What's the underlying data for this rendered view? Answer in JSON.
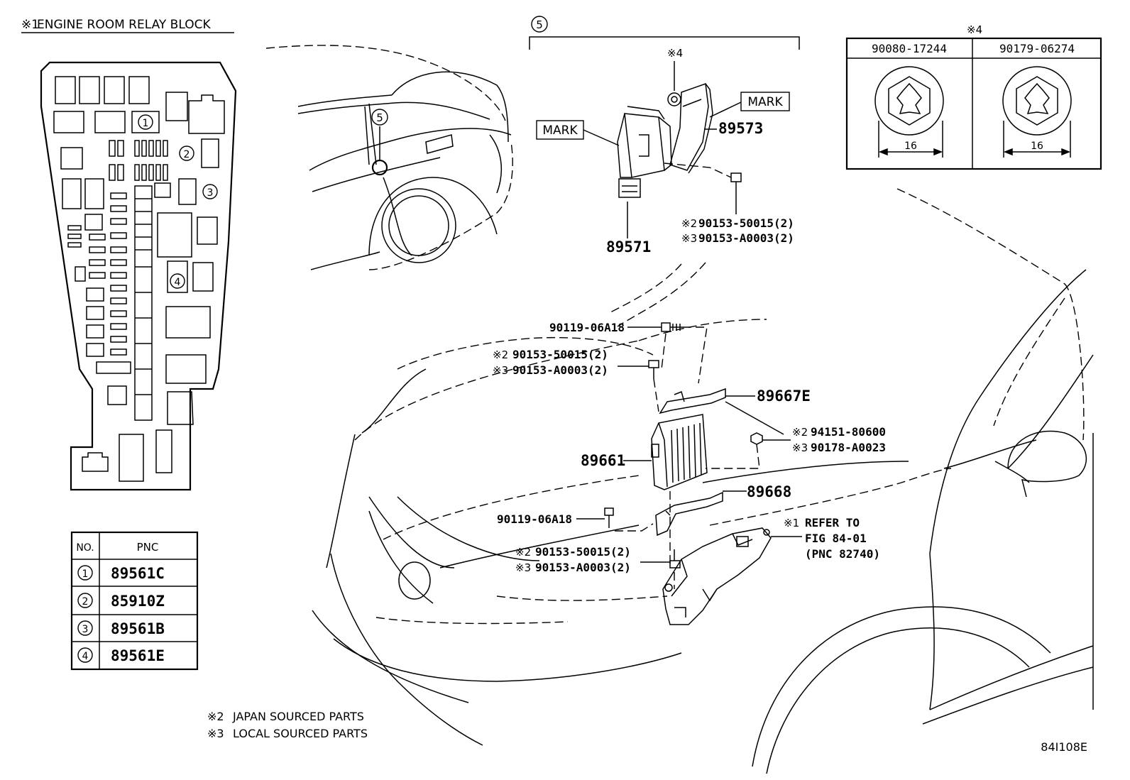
{
  "relay_block": {
    "title_mark": "※1",
    "title": "ENGINE ROOM RELAY BLOCK",
    "callouts": [
      "1",
      "2",
      "3",
      "4"
    ]
  },
  "pnc_table": {
    "headers": [
      "NO.",
      "PNC"
    ],
    "rows": [
      {
        "no": "1",
        "pnc": "89561C"
      },
      {
        "no": "2",
        "pnc": "85910Z"
      },
      {
        "no": "3",
        "pnc": "89561B"
      },
      {
        "no": "4",
        "pnc": "89561E"
      }
    ]
  },
  "group5": {
    "bracket_label": "5",
    "car_callout": "5",
    "mark_label_left": "MARK",
    "mark_label_right": "MARK",
    "nut_mark": "※4",
    "part_89573": "89573",
    "part_89571": "89571",
    "bolt_line1_mark": "※2",
    "bolt_line1": "90153-50015(2)",
    "bolt_line2_mark": "※3",
    "bolt_line2": "90153-A0003(2)"
  },
  "nut_table": {
    "title": "※4",
    "columns": [
      {
        "part": "90080-17244",
        "dimension": "16"
      },
      {
        "part": "90179-06274",
        "dimension": "16"
      }
    ]
  },
  "ecu_group": {
    "bolt_top": "90119-06A18",
    "screw_a_mark1": "※2",
    "screw_a_line1": "90153-50015(2)",
    "screw_a_mark2": "※3",
    "screw_a_line2": "90153-A0003(2)",
    "bracket_upper": "89667E",
    "nut_mark1": "※2",
    "nut_line1": "94151-80600",
    "nut_mark2": "※3",
    "nut_line2": "90178-A0023",
    "ecu": "89661",
    "bracket_lower": "89668",
    "bolt_bottom": "90119-06A18",
    "screw_b_mark1": "※2",
    "screw_b_line1": "90153-50015(2)",
    "screw_b_mark2": "※3",
    "screw_b_line2": "90153-A0003(2)",
    "refer_mark": "※1",
    "refer_line1": "REFER TO",
    "refer_line2": "FIG 84-01",
    "refer_line3": "(PNC 82740)"
  },
  "footnotes": [
    {
      "mark": "※2",
      "text": "JAPAN SOURCED PARTS"
    },
    {
      "mark": "※3",
      "text": "LOCAL SOURCED PARTS"
    }
  ],
  "figure_id": "84I108E"
}
